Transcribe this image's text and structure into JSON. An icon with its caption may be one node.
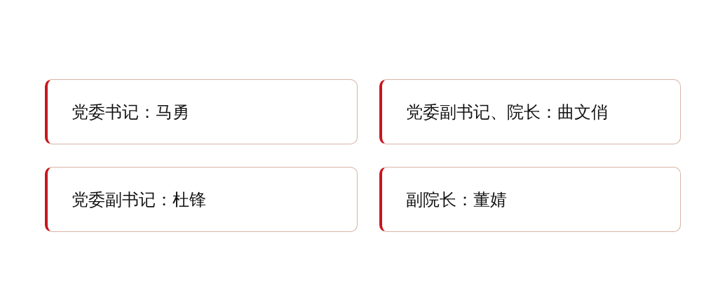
{
  "diagram": {
    "nodes": [
      {
        "text": [
          "党委书记：马勇"
        ]
      },
      {
        "text": [
          "党委副书记、院长：曲文俏"
        ]
      },
      {
        "text": [
          "党委副书记：杜锋"
        ]
      },
      {
        "text": [
          "副院长：董婧"
        ]
      }
    ]
  }
}
